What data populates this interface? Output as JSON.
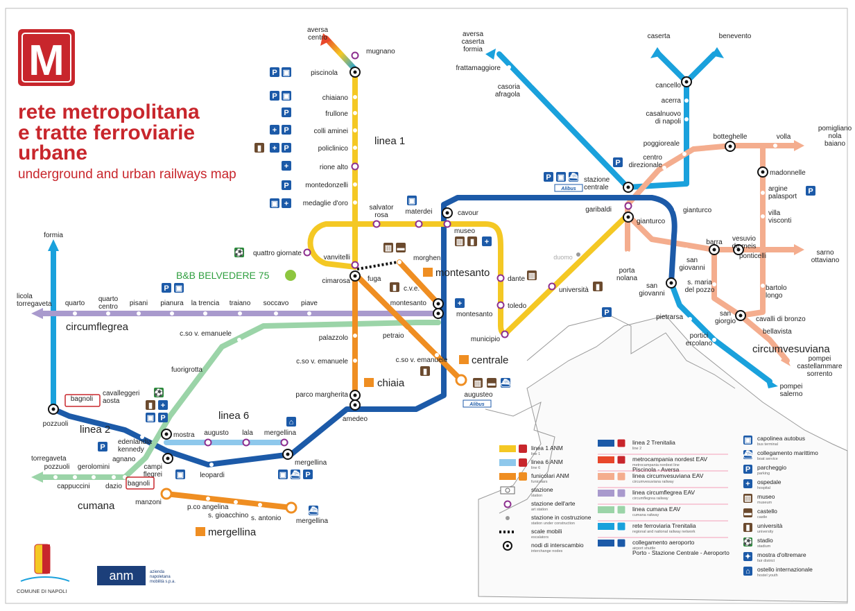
{
  "header": {
    "logo_letter": "M",
    "title_lines": [
      "rete metropolitana",
      "e tratte ferroviarie",
      "urbane"
    ],
    "subtitle": "underground and urban railways map"
  },
  "highlight": {
    "label": "B&B BELVEDERE 75",
    "color": "#8dc63f"
  },
  "colors": {
    "linea1": "#f4c824",
    "linea6": "#8ec8ec",
    "funicolari": "#ef8e22",
    "linea2": "#1c5aa8",
    "metrocampania": "#e8472b",
    "circumvesuviana": "#f4ad8e",
    "circumflegrea": "#a99acd",
    "cumana": "#9bd4a8",
    "trenitalia": "#1aa1dc",
    "brand": "#c8262c"
  },
  "line_labels": {
    "linea1": "linea 1",
    "linea2": "linea 2",
    "linea6": "linea 6",
    "circumflegrea": "circumflegrea",
    "circumvesuviana": "circumvesuviana",
    "cumana": "cumana"
  },
  "funicular_labels": {
    "montesanto": "montesanto",
    "centrale": "centrale",
    "chiaia": "chiaia",
    "mergellina": "mergellina"
  },
  "stations": {
    "aversa_centro": "aversa\ncentro",
    "mugnano": "mugnano",
    "piscinola": "piscinola",
    "chiaiano": "chiaiano",
    "frullone": "frullone",
    "colli_aminei": "colli aminei",
    "policlinico": "policlinico",
    "rione_alto": "rione alto",
    "montedonzelli": "montedonzelli",
    "medaglie_doro": "medaglie d'oro",
    "salvator_rosa": "salvator\nrosa",
    "materdei": "materdei",
    "cavour": "cavour",
    "museo": "museo",
    "quattro_giornate": "quattro giornate",
    "vanvitelli": "vanvitelli",
    "cimarosa": "cimarosa",
    "fuga": "fuga",
    "morghen": "morghen",
    "cve": "c.v.e.",
    "montesanto": "montesanto",
    "montesanto2": "montesanto",
    "dante": "dante",
    "toledo": "toledo",
    "universita": "università",
    "duomo": "duomo",
    "municipio": "municipio",
    "palazzolo": "palazzolo",
    "petraio": "petraio",
    "csov_emanuele_a": "c.so v. emanuele",
    "csov_emanuele_b": "c.so v. emanuele",
    "csov_emanuele_c": "c.so v. emanuele",
    "parco_margherita": "parco margherita",
    "amedeo": "amedeo",
    "augusteo": "augusteo",
    "fuorigrotta": "fuorigrotta",
    "cavalleggeri": "cavalleggeri\naosta",
    "bagnoli": "bagnoli",
    "pozzuoli": "pozzuoli",
    "edenlandia": "edenlandia\nkennedy",
    "mostra": "mostra",
    "augusto": "augusto",
    "lala": "lala",
    "mergellina_l6": "mergellina",
    "mergellina_l2": "mergellina",
    "campi_flegrei": "campi\nflegrei",
    "leopardi": "leopardi",
    "agnano": "agnano",
    "torregaveta": "torregaveta",
    "pozzuoli_c": "pozzuoli",
    "gerolomini": "gerolomini",
    "cappuccini": "cappuccini",
    "dazio": "dazio",
    "bagnoli_c": "bagnoli",
    "manzoni": "manzoni",
    "pco_angelina": "p.co angelina",
    "s_gioacchino": "s. gioacchino",
    "s_antonio": "s. antonio",
    "mergellina_f": "mergellina",
    "licola": "licola\ntorregaveta",
    "quarto": "quarto",
    "quarto_centro": "quarto\ncentro",
    "pisani": "pisani",
    "pianura": "pianura",
    "la_trencia": "la trencia",
    "traiano": "traiano",
    "soccavo": "soccavo",
    "piave": "piave",
    "formia": "formia",
    "aversa_caserta": "aversa\ncaserta\nformia",
    "frattamaggiore": "frattamaggiore",
    "casoria": "casoria\nafragola",
    "caserta": "caserta",
    "benevento": "benevento",
    "cancello": "cancello",
    "acerra": "acerra",
    "casalnuovo": "casalnuovo\ndi napoli",
    "botteghelle": "botteghelle",
    "volla": "volla",
    "pomigliano": "pomigliano\nnola\nbaiano",
    "poggioreale": "poggioreale",
    "centro_direzionale": "centro\ndirezionale",
    "stazione_centrale": "stazione\ncentrale",
    "madonnelle": "madonnelle",
    "argine": "argine\npalasport",
    "villa_visconti": "villa\nvisconti",
    "garibaldi": "garibaldi",
    "gianturco": "gianturco",
    "gianturco2": "gianturco",
    "porta_nolana": "porta\nnolana",
    "barra": "barra",
    "vesuvio": "vesuvio\nde meis",
    "sarno": "sarno\nottaviano",
    "san_giovanni": "san\ngiovanni",
    "ponticelli": "ponticelli",
    "san_giovanni2": "san\ngiovanni",
    "s_maria": "s. maria\ndel pozzo",
    "bartolo_longo": "bartolo\nlongo",
    "pietrarsa": "pietrarsa",
    "san_giorgio": "san\ngiorgio",
    "cavalli": "cavalli di bronzo",
    "bellavista": "bellavista",
    "portici": "portici\nercolano",
    "pompei_cs": "pompei\ncastellammare\nsorrento",
    "pompei_salerno": "pompei\nsalerno"
  },
  "legend_lines": [
    {
      "title": "linea 1 ANM",
      "sub": "line 1",
      "color": "#f4c824",
      "icon": "M"
    },
    {
      "title": "linea 6 ANM",
      "sub": "line 6",
      "color": "#8ec8ec",
      "icon": "M"
    },
    {
      "title": "funicolari ANM",
      "sub": "funicolars",
      "color": "#ef8e22",
      "icon": "F"
    },
    {
      "title": "stazione",
      "sub": "station",
      "color": "#ffffff",
      "icon": "station"
    },
    {
      "title": "stazione dell'arte",
      "sub": "art station",
      "color": "#ffffff",
      "icon": "art"
    },
    {
      "title": "stazione in costruzione",
      "sub": "station under construction",
      "color": "#ffffff",
      "icon": "construction"
    },
    {
      "title": "scale mobili",
      "sub": "escalators",
      "color": "#000000",
      "icon": "dots"
    },
    {
      "title": "nodi di interscambio",
      "sub": "interchange nodes",
      "color": "#000000",
      "icon": "node"
    }
  ],
  "legend_lines2": [
    {
      "title": "linea 2 Trenitalia",
      "sub": "line 2",
      "color": "#1c5aa8"
    },
    {
      "title": "metrocampania nordest EAV",
      "sub": "metrocampania nordest line",
      "extra": "Piscinola - Aversa",
      "color": "#e8472b"
    },
    {
      "title": "linea circumvesuviana EAV",
      "sub": "circumvesuviana railway",
      "color": "#f4ad8e"
    },
    {
      "title": "linea circumflegrea EAV",
      "sub": "circumflegrea railway",
      "color": "#a99acd"
    },
    {
      "title": "linea cumana EAV",
      "sub": "cumana railway",
      "color": "#9bd4a8"
    },
    {
      "title": "rete ferroviaria Trenitalia",
      "sub": "regional and national railway network",
      "color": "#1aa1dc"
    },
    {
      "title": "collegamento aeroporto",
      "sub": "airport shuttle",
      "extra": "Porto - Stazione Centrale - Aeroporto",
      "color": "#1c5aa8"
    }
  ],
  "legend_services": [
    {
      "title": "capolinea autobus",
      "sub": "bus terminal"
    },
    {
      "title": "collegamento marittimo",
      "sub": "boat service"
    },
    {
      "title": "parcheggio",
      "sub": "parking"
    },
    {
      "title": "ospedale",
      "sub": "hospital"
    },
    {
      "title": "museo",
      "sub": "museum"
    },
    {
      "title": "castello",
      "sub": "castle"
    },
    {
      "title": "università",
      "sub": "university"
    },
    {
      "title": "stadio",
      "sub": "stadium"
    },
    {
      "title": "mostra d'oltremare",
      "sub": "fair district"
    },
    {
      "title": "ostello internazionale",
      "sub": "hostel youth"
    }
  ],
  "footer": {
    "comune": "COMUNE DI NAPOLI",
    "anm_logo": "anm",
    "anm_text": "azienda\nnapoletana\nmobilità s.p.a."
  },
  "alibus": "Alibus"
}
